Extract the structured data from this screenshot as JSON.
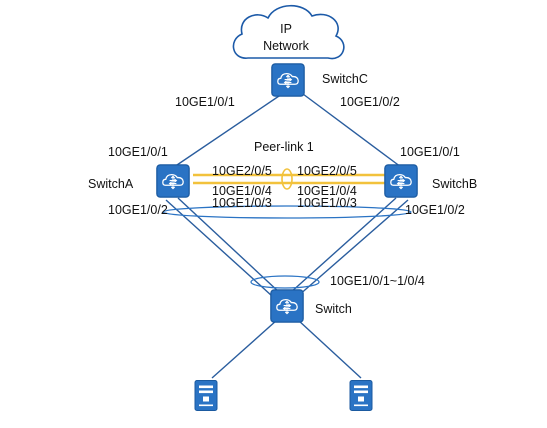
{
  "colors": {
    "device_fill": "#2a73c4",
    "device_stroke": "#1b5aa0",
    "link": "#2a5d9e",
    "peer_link": "#f2c23c",
    "eth_trunk_ring": "#2a73c4",
    "cloud_fill": "#ffffff",
    "cloud_stroke": "#1c5aa8"
  },
  "network": {
    "line1": "IP",
    "line2": "Network"
  },
  "devices": {
    "switch_c": {
      "label": "SwitchC",
      "icon": "switch-icon"
    },
    "switch_a": {
      "label": "SwitchA",
      "icon": "switch-icon"
    },
    "switch_b": {
      "label": "SwitchB",
      "icon": "switch-icon"
    },
    "switch": {
      "label": "Switch",
      "icon": "switch-icon"
    },
    "server_left": {
      "icon": "server-icon"
    },
    "server_right": {
      "icon": "server-icon"
    }
  },
  "peer_link_label": "Peer-link 1",
  "ports": {
    "c_left": "10GE1/0/1",
    "c_right": "10GE1/0/2",
    "a_up": "10GE1/0/1",
    "a_down": "10GE1/0/2",
    "b_up": "10GE1/0/1",
    "b_down": "10GE1/0/2",
    "a_p5": "10GE2/0/5",
    "a_p4": "10GE1/0/4",
    "a_p3": "10GE1/0/3",
    "b_p5": "10GE2/0/5",
    "b_p4": "10GE1/0/4",
    "b_p3": "10GE1/0/3",
    "switch_ports": "10GE1/0/1~1/0/4"
  }
}
